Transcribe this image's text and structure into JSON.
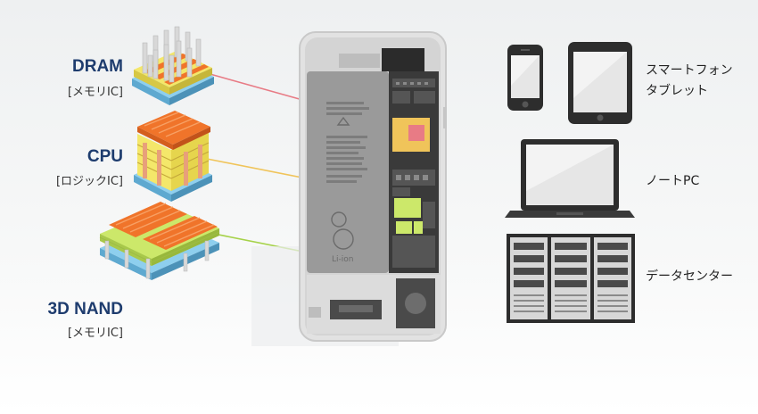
{
  "chips": [
    {
      "title": "DRAM",
      "subtitle": "[メモリIC]",
      "color": "#e87b85"
    },
    {
      "title": "CPU",
      "subtitle": "[ロジックIC]",
      "color": "#f0c45a"
    },
    {
      "title": "3D NAND",
      "subtitle": "[メモリIC]",
      "color": "#a6d24a"
    }
  ],
  "devices": {
    "mobile_line1": "スマートフォン",
    "mobile_line2": "タブレット",
    "laptop": "ノートPC",
    "server": "データセンター"
  },
  "battery": {
    "text": "Li-ion"
  },
  "colors": {
    "title_navy": "#1e3c6e",
    "chip_orange": "#f0742a",
    "chip_yellow": "#f4e76a",
    "chip_blue": "#8ecfee",
    "chip_green": "#cce86a"
  }
}
